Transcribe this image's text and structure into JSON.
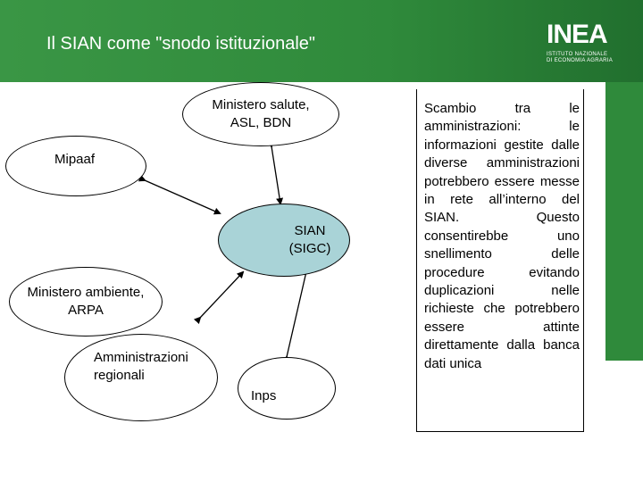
{
  "header": {
    "title": "Il SIAN come \"snodo istituzionale\"",
    "logo_text": "INEA",
    "logo_subtitle": "ISTITUTO NAZIONALE\nDI ECONOMIA AGRARIA"
  },
  "diagram": {
    "nodes": {
      "ministero_salute": "Ministero salute,\nASL, BDN",
      "mipaaf": "Mipaaf",
      "sian": "SIAN\n(SIGC)",
      "ministero_ambiente": "Ministero ambiente,\nARPA",
      "amministrazioni": "Amministrazioni\nregionali",
      "inps": "Inps"
    }
  },
  "textbox": {
    "text": "Scambio tra le amministrazioni: le informazioni gestite dalle diverse amministrazioni potrebbero essere messe in rete all’interno del SIAN. Questo consentirebbe uno snellimento delle procedure evitando duplicazioni nelle richieste che potrebbero essere attinte direttamente dalla banca dati unica"
  },
  "colors": {
    "header_green": "#2f8a3b",
    "sian_fill": "#a9d3d7"
  }
}
